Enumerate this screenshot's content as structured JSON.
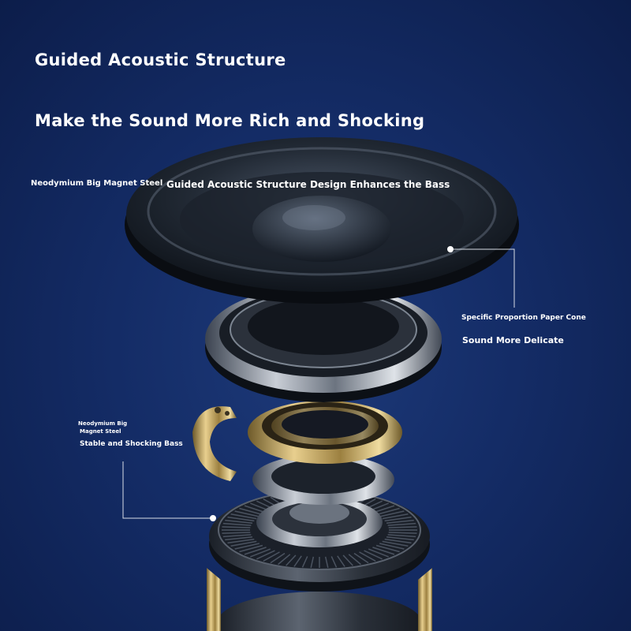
{
  "headline": "Guided Acoustic Structure",
  "subheadline": "Make the Sound More Rich and Shocking",
  "labels": {
    "magnet_top": "Neodymium Big Magnet Steel",
    "bass_design": "Guided Acoustic Structure Design Enhances the Bass",
    "paper_cone": "Specific Proportion Paper Cone",
    "sound_delicate": "Sound More Delicate",
    "magnet_small_line1": "Neodymium Big",
    "magnet_small_line2": "Magnet Steel",
    "stable_bass": "Stable and Shocking Bass"
  },
  "colors": {
    "background_center": "#1d3a7a",
    "background_edge": "#0c1d4a",
    "text": "#ffffff",
    "gold": "#c9a75a",
    "callout_line": "#d8dde6"
  }
}
